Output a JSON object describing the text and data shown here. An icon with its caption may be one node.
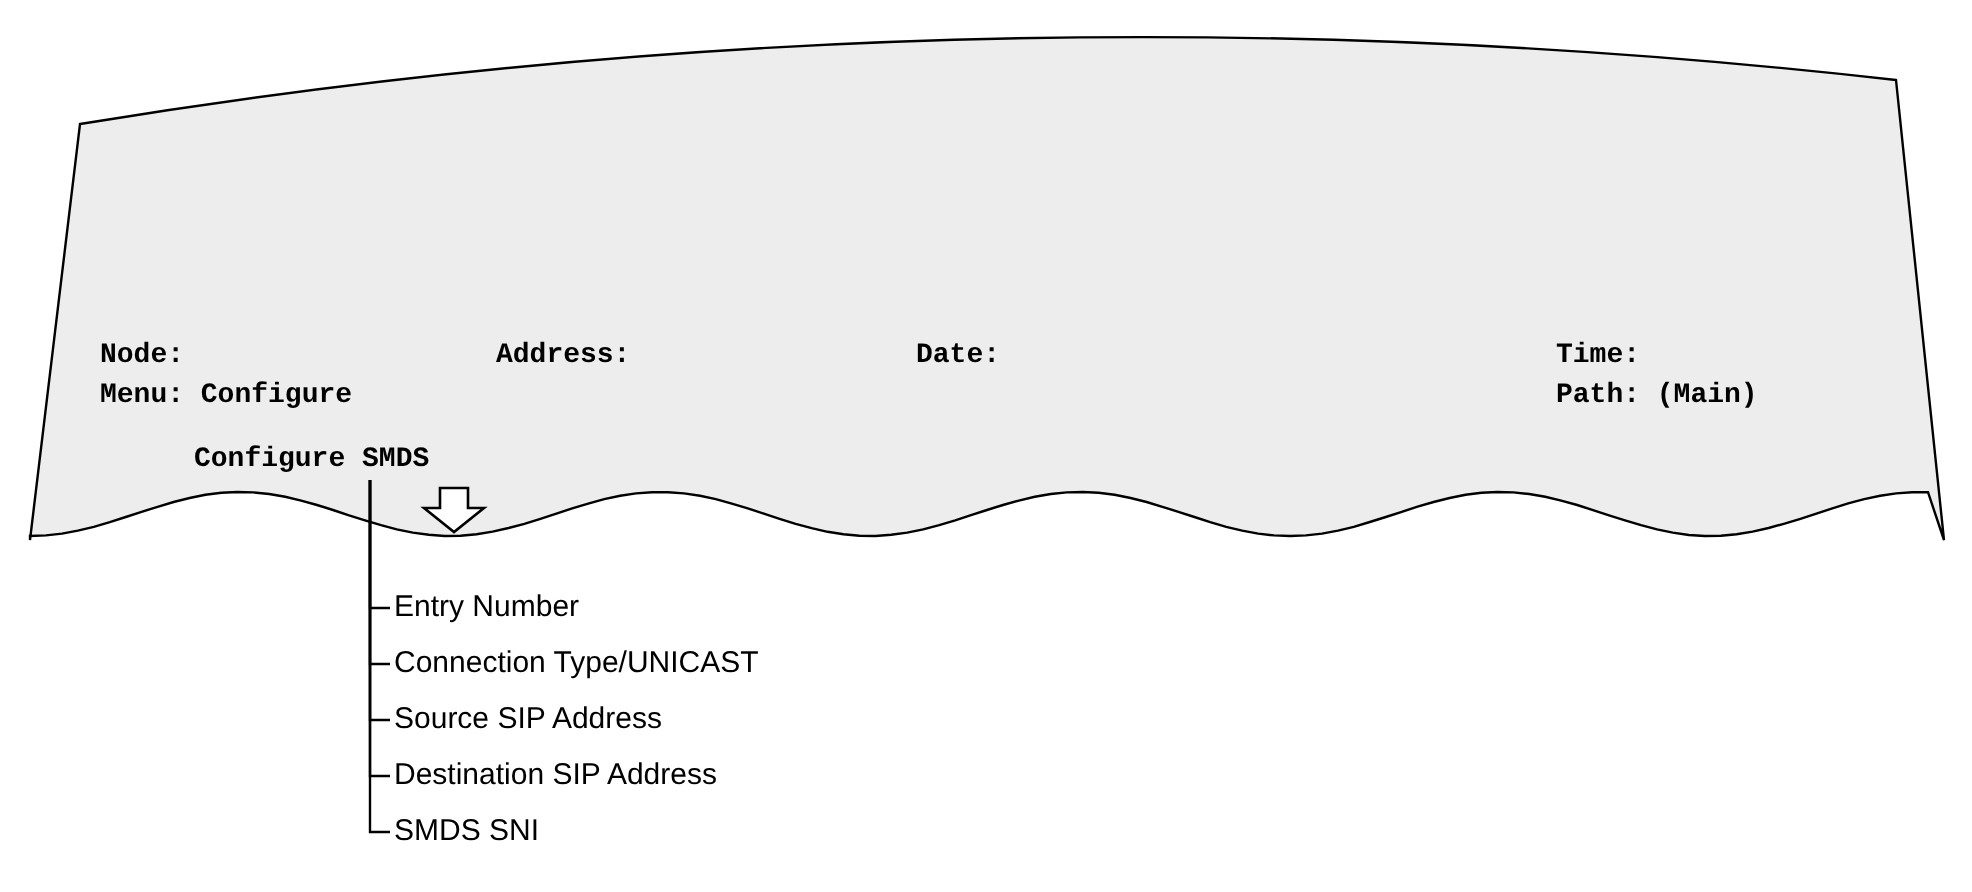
{
  "diagram": {
    "nodes": [
      {
        "text": [
          "Node:",
          "Address:",
          "Date:",
          "Time:",
          "Menu: Configure",
          "Path: (Main)"
        ]
      },
      {
        "text": [
          "Configure SMDS"
        ],
        "in": 0
      },
      {
        "text": [
          "Entry Number"
        ]
      },
      {
        "text": [
          "Connection Type/UNICAST"
        ]
      },
      {
        "text": [
          "Source SIP Address"
        ]
      },
      {
        "text": [
          "Destination SIP Address"
        ]
      },
      {
        "text": [
          "SMDS SNI"
        ]
      }
    ],
    "edges": [
      {
        "from": 1,
        "to": 2,
        "arrow": "none"
      },
      {
        "from": 1,
        "to": 3,
        "arrow": "none"
      },
      {
        "from": 1,
        "to": 4,
        "arrow": "none"
      },
      {
        "from": 1,
        "to": 5,
        "arrow": "none"
      },
      {
        "from": 1,
        "to": 6,
        "arrow": "none"
      },
      {
        "from": 1,
        "to": null,
        "arrow": "to"
      }
    ]
  }
}
